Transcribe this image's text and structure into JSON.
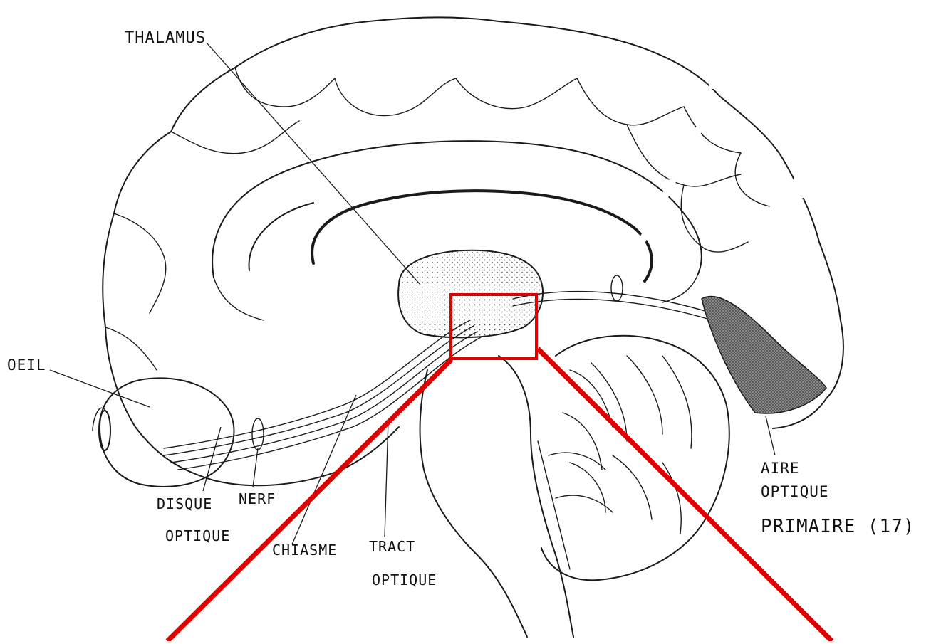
{
  "labels": {
    "thalamus": "THALAMUS",
    "oeil": "OEIL",
    "disque": "DISQUE",
    "nerf": "NERF",
    "optique_1": "OPTIQUE",
    "chiasme": "CHIASME",
    "tract": "TRACT",
    "optique_2": "OPTIQUE",
    "aire": "AIRE",
    "optique_3": "OPTIQUE",
    "primaire": "PRIMAIRE (17)"
  },
  "colors": {
    "ink": "#1a1a1a",
    "highlight": "#e00000",
    "stipple": "#555555",
    "dark_stipple": "#4a4a4a"
  }
}
